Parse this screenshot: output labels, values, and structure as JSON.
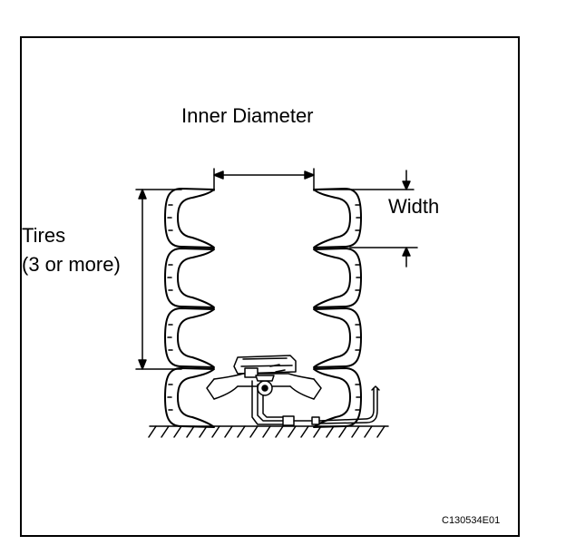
{
  "labels": {
    "inner_diameter": "Inner Diameter",
    "width": "Width",
    "tires_line1": "Tires",
    "tires_line2": "(3 or more)",
    "figure_code": "C130534E01"
  },
  "colors": {
    "line": "#000000",
    "background": "#ffffff"
  },
  "tire_stack": {
    "tire_count": 4
  }
}
